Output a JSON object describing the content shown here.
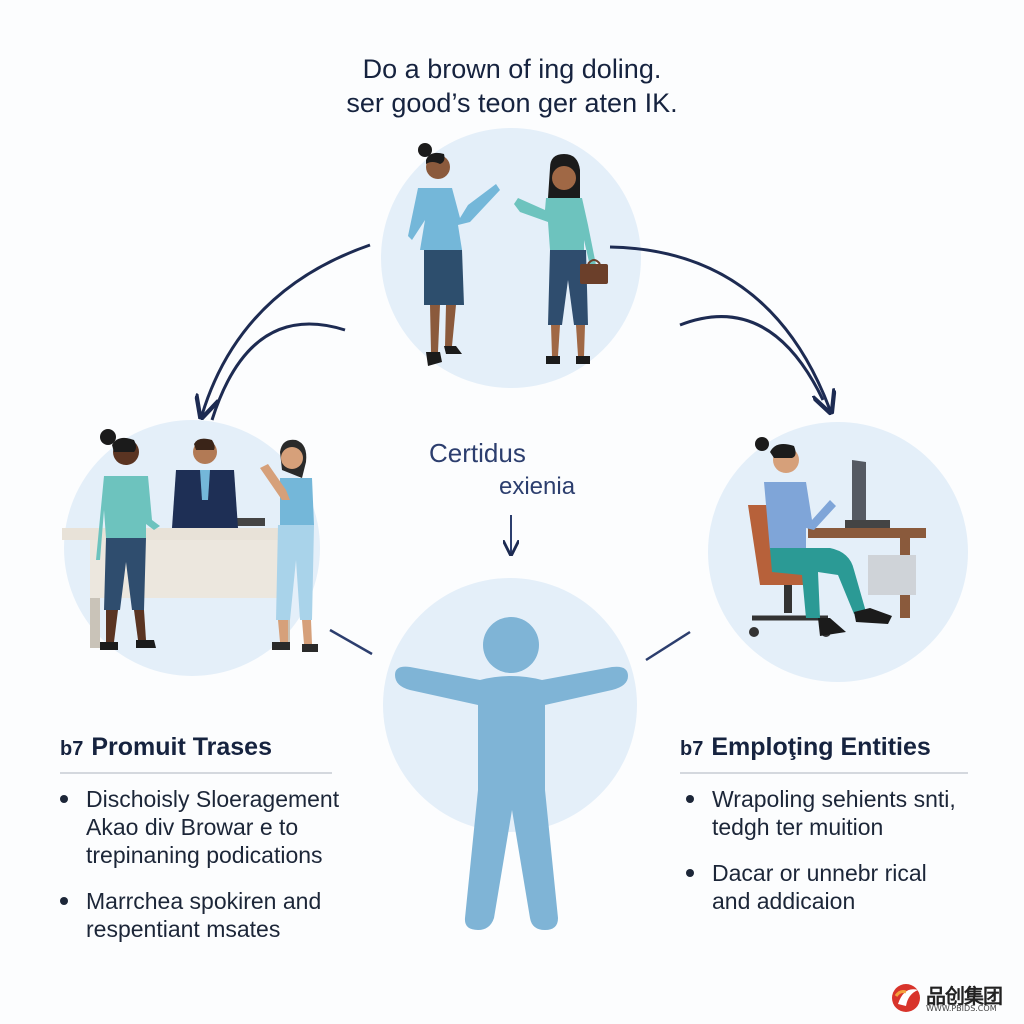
{
  "title": {
    "line1": "Do a brown of ing doling.",
    "line2": "ser good’s teon ger aten IK."
  },
  "center_label": {
    "line1": "Certidus",
    "line2": "exienia"
  },
  "left_section": {
    "number": "b7",
    "heading": "Promuit Trases",
    "bullets": [
      [
        "Dischoisly Sloeragement",
        "Akao div Browar e to",
        "trepinaning podications"
      ],
      [
        "Marrchea spokiren and",
        "respentiant msates"
      ]
    ]
  },
  "right_section": {
    "number": "b7",
    "heading": "Emploţing Entities",
    "bullets": [
      [
        "Wrapoling sehients snti,",
        "tedgh ter muition"
      ],
      [
        "Dacar or unnebr rical",
        "and addicaion"
      ]
    ]
  },
  "logo": {
    "brand": "品创集团",
    "site": "WWW.PBIDS.COM"
  },
  "colors": {
    "circle_bg": "#e4eff9",
    "figure_blue": "#7fb4d6",
    "arrow_navy": "#1d2b52",
    "text_dark": "#16233f",
    "teal_shirt": "#6dc3be",
    "navy_pants": "#2f4d6e",
    "logo_red": "#d8342b"
  }
}
